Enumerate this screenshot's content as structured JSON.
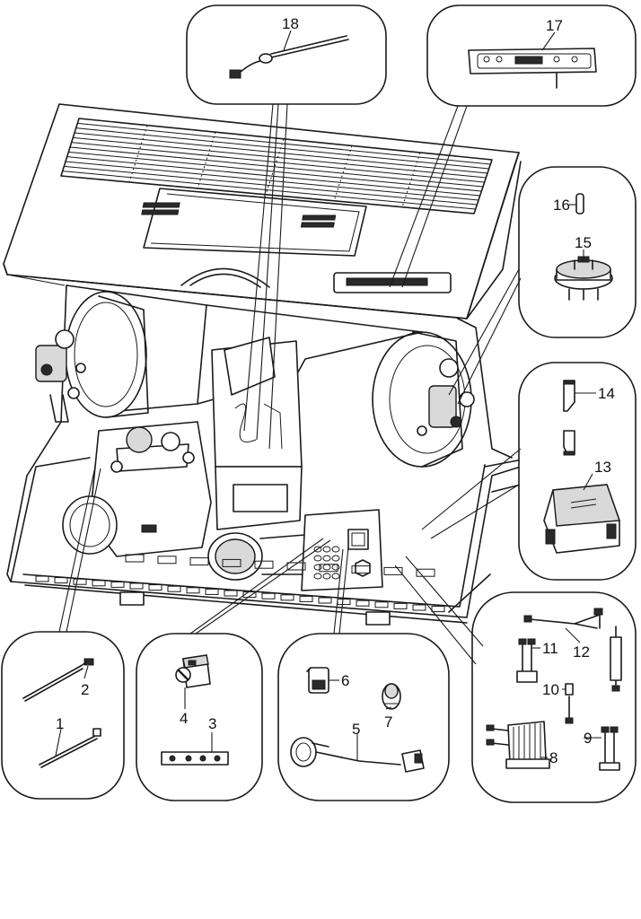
{
  "part_numbers": [
    "1",
    "2",
    "3",
    "4",
    "5",
    "6",
    "7",
    "8",
    "9",
    "10",
    "11",
    "12",
    "13",
    "14",
    "15",
    "16",
    "17",
    "18"
  ]
}
